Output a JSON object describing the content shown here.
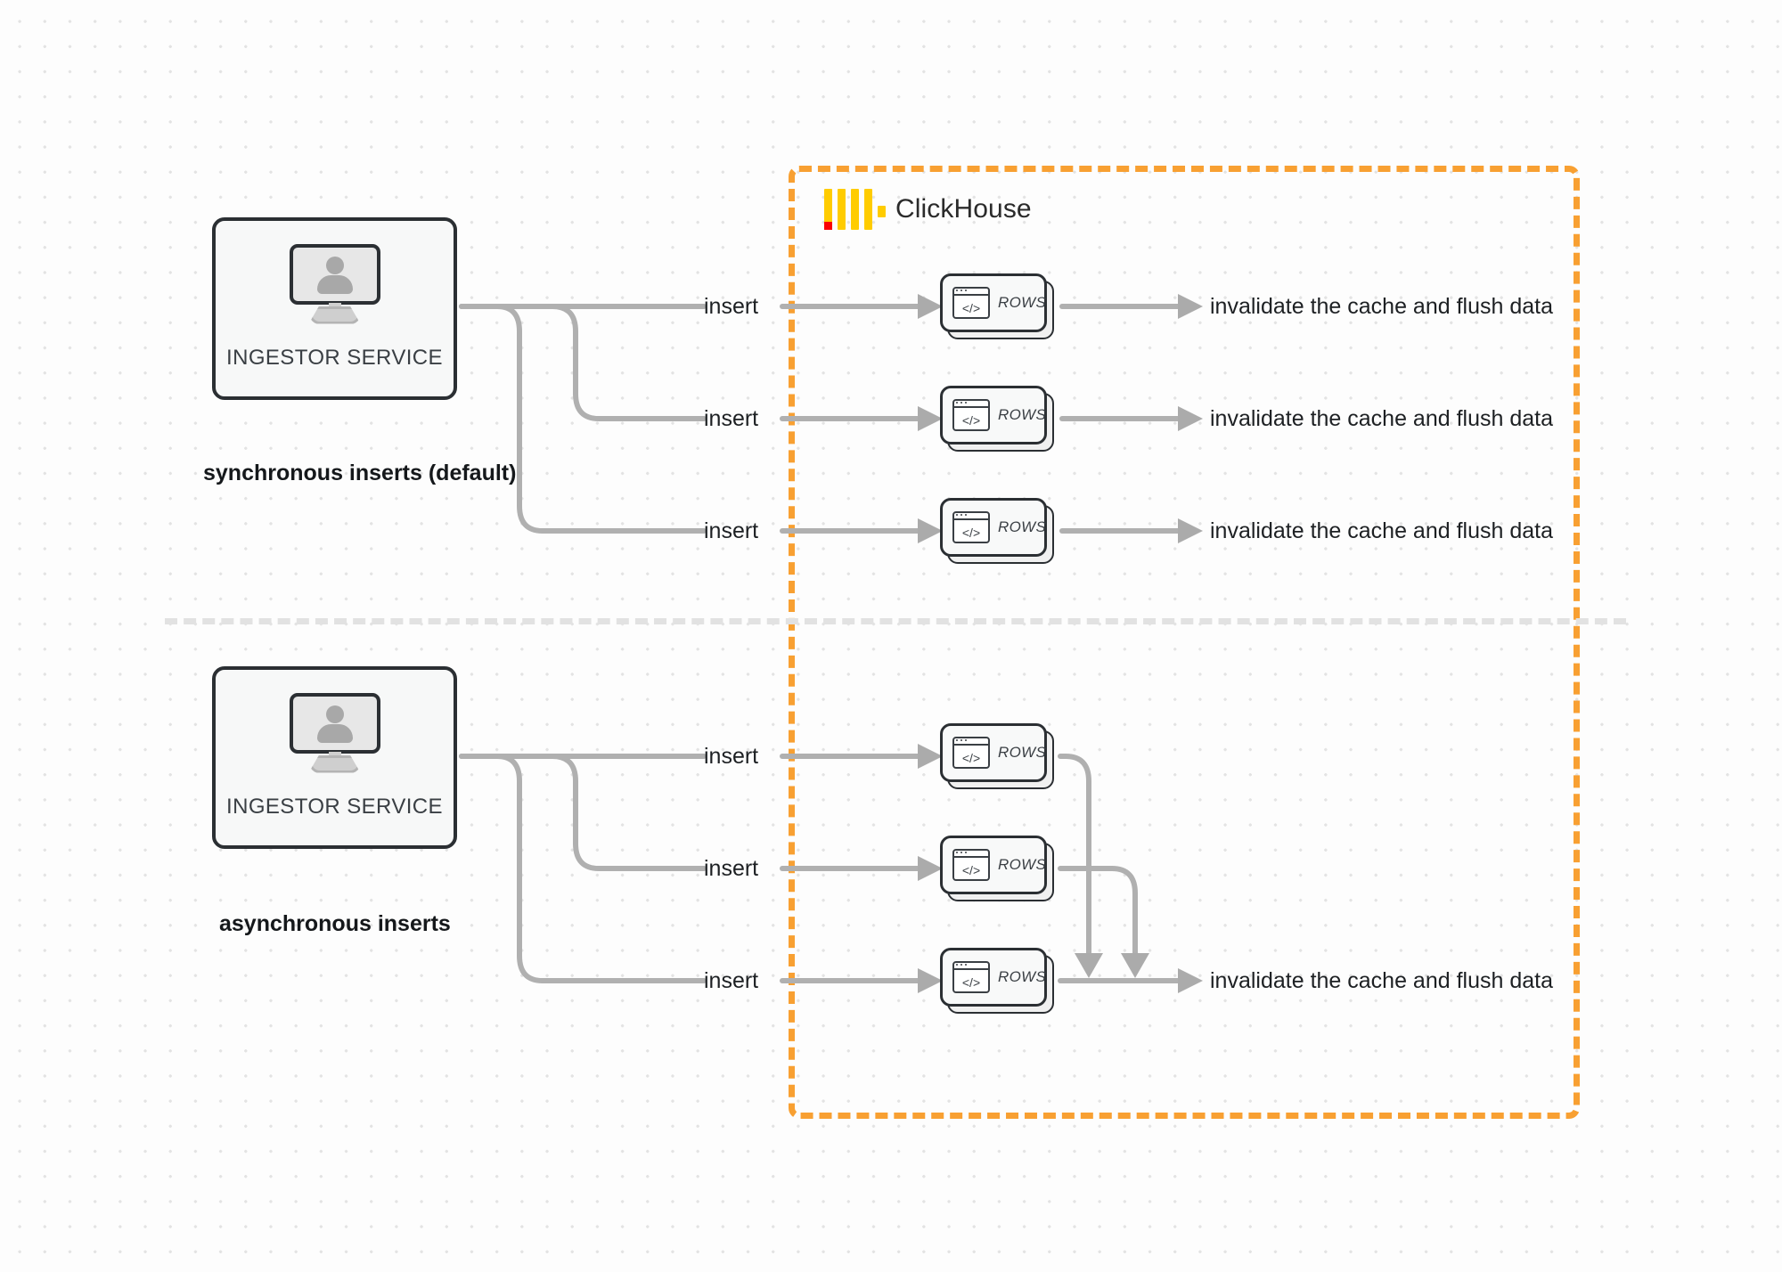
{
  "diagram": {
    "title": "ClickHouse synchronous vs asynchronous inserts",
    "background": "#fdfdfd",
    "accent_orange": "#f8a032",
    "wire_gray": "#b0b0b0",
    "logo_yellow": "#ffcc00",
    "logo_red": "#fa0202"
  },
  "clickhouse": {
    "label": "ClickHouse",
    "logo_name": "clickhouse-logo"
  },
  "sections": [
    {
      "id": "synchronous",
      "label": "synchronous inserts (default)",
      "source": {
        "caption": "INGESTOR SERVICE",
        "icon": "monitor-user-icon"
      },
      "flows": [
        {
          "insert_label": "insert",
          "node_label": "ROWS",
          "result_label": "invalidate the cache and flush data"
        },
        {
          "insert_label": "insert",
          "node_label": "ROWS",
          "result_label": "invalidate the cache and flush data"
        },
        {
          "insert_label": "insert",
          "node_label": "ROWS",
          "result_label": "invalidate the cache and flush data"
        }
      ]
    },
    {
      "id": "asynchronous",
      "label": "asynchronous inserts",
      "source": {
        "caption": "INGESTOR SERVICE",
        "icon": "monitor-user-icon"
      },
      "flows": [
        {
          "insert_label": "insert",
          "node_label": "ROWS"
        },
        {
          "insert_label": "insert",
          "node_label": "ROWS"
        },
        {
          "insert_label": "insert",
          "node_label": "ROWS"
        }
      ],
      "merged_result_label": "invalidate the cache and flush data"
    }
  ]
}
